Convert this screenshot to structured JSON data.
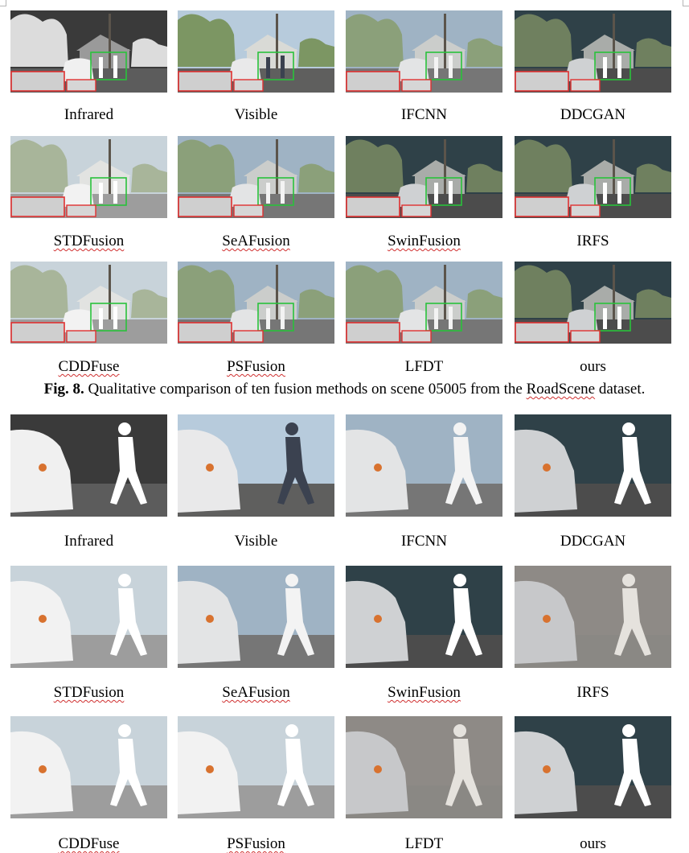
{
  "figure1": {
    "panels": [
      {
        "label": "Infrared",
        "style": "ir"
      },
      {
        "label": "Visible",
        "style": "vis"
      },
      {
        "label": "IFCNN",
        "style": "fuse"
      },
      {
        "label": "DDCGAN",
        "style": "dark"
      },
      {
        "label": "STDFusion",
        "style": "bright"
      },
      {
        "label": "SeAFusion",
        "style": "fuse"
      },
      {
        "label": "SwinFusion",
        "style": "dark"
      },
      {
        "label": "IRFS",
        "style": "dark"
      },
      {
        "label": "CDDFuse",
        "style": "bright"
      },
      {
        "label": "PSFusion",
        "style": "fuse"
      },
      {
        "label": "LFDT",
        "style": "fuse"
      },
      {
        "label": "ours",
        "style": "dark"
      }
    ],
    "caption": {
      "prefix": "Fig. 8.",
      "text_before": " Qualitative comparison of ten fusion methods on scene 05005 from the ",
      "dataset": "RoadScene",
      "text_after": " dataset."
    }
  },
  "figure2": {
    "panels": [
      {
        "label": "Infrared",
        "style": "ir"
      },
      {
        "label": "Visible",
        "style": "vis"
      },
      {
        "label": "IFCNN",
        "style": "fuse"
      },
      {
        "label": "DDCGAN",
        "style": "dark"
      },
      {
        "label": "STDFusion",
        "style": "bright"
      },
      {
        "label": "SeAFusion",
        "style": "fuse"
      },
      {
        "label": "SwinFusion",
        "style": "dark"
      },
      {
        "label": "IRFS",
        "style": "blur"
      },
      {
        "label": "CDDFuse",
        "style": "bright"
      },
      {
        "label": "PSFusion",
        "style": "bright"
      },
      {
        "label": "LFDT",
        "style": "blur"
      },
      {
        "label": "ours",
        "style": "dark"
      }
    ]
  },
  "spellcheck_labels": [
    "STDFusion",
    "SeAFusion",
    "SwinFusion",
    "CDDFuse",
    "PSFusion"
  ]
}
